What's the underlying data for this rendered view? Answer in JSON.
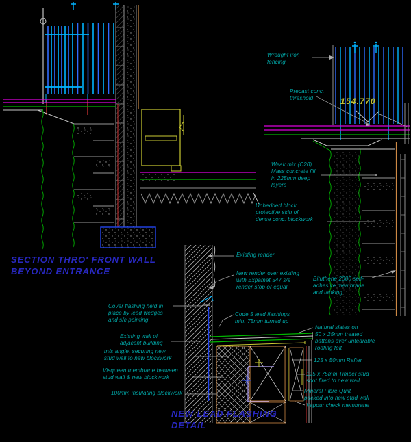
{
  "titles": {
    "section": "SECTION THRO' FRONT WALL\nBEYOND  ENTRANCE",
    "detail": "NEW LEAD FLASHING\nDETAIL"
  },
  "level_marker": {
    "value": "154.770"
  },
  "labels": {
    "wrought_iron": "Wrought iron\nfencing",
    "precast": "Precast conc.\nthreshold",
    "weak_mix": "Weak mix (C20)\nMass concrete fill\nin 225mm deep\nlayers",
    "unbedded": "Unbedded block\nprotective skin of\ndense conc. blockwork",
    "existing_render": "Existing render",
    "new_render": "New render over existing\nwith Expamet 547 s/s\nrender stop or equal",
    "bituthene": "Bituthene 2000 self-\nadhesive membrane\nand tanking",
    "cover_flashing": "Cover flashing held in\nplace by lead wedges\nand s/c pointing",
    "existing_wall": "Existing wall of\nadjacent building",
    "ms_angle": "m/s angle, securing new\nstud wall to new blockwork",
    "visqueen": "Visqueen membrane between\nstud wall & new blockwork",
    "insulating": "100mm insulating blockwork",
    "code5": "Code 5 lead flashings\nmin. 75mm turned up",
    "natural_slates": "Natural slates on\n50 x 25mm treated\nbattens over untearable\nroofing felt",
    "rafter": "125 x 50mm Rafter",
    "timber_stud": "125 x 75mm Timber stud\nshot fired to new wall",
    "mineral_quilt": "Mineral Fibre Quilt\npacked into new stud wall",
    "vapour": "Vapour check membrane"
  },
  "colors": {
    "bg": "#000000",
    "label": "#00a8a8",
    "title": "#2828c0",
    "level": "#c0c032",
    "cyan": "#00b4ff",
    "fence2": "#2f6bff",
    "magenta": "#dd00dd",
    "green": "#00b400",
    "squiggle": "#00a000",
    "white": "#c8c8c8",
    "gray": "#909090",
    "orange": "#cc8844",
    "red": "#cc3333",
    "yellow": "#cccc33",
    "blue": "#2244ee",
    "violet": "#b9a8ff",
    "leader": "#b0b0b0"
  }
}
